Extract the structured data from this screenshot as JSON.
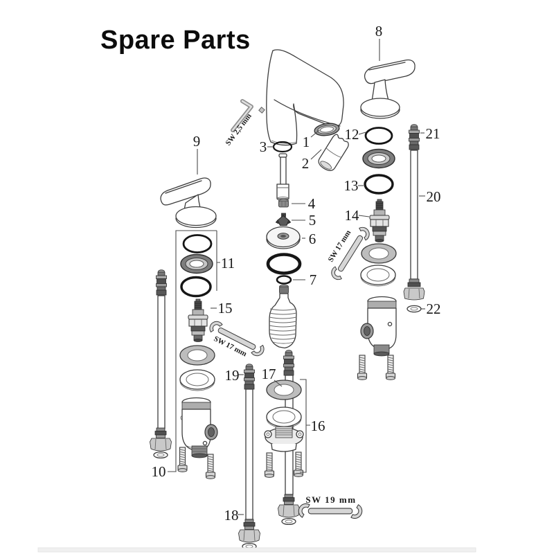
{
  "header": {
    "title": "Spare Parts"
  },
  "parts": {
    "p1": "1",
    "p2": "2",
    "p3": "3",
    "p4": "4",
    "p5": "5",
    "p6": "6",
    "p7": "7",
    "p8": "8",
    "p9": "9",
    "p10": "10",
    "p11": "11",
    "p12": "12",
    "p13": "13",
    "p14": "14",
    "p15": "15",
    "p16": "16",
    "p17": "17",
    "p18": "18",
    "p19": "19",
    "p20": "20",
    "p21": "21",
    "p22": "22"
  },
  "tools": {
    "hex_key_label": "SW 2,5 mm",
    "wrench_left_label": "SW 17 mm",
    "wrench_right_label": "SW 17 mm",
    "wrench_bottom_label": "SW 19 mm"
  },
  "colors": {
    "line": "#3c3c3c",
    "oring": "#161616",
    "metal_light": "#d6d6d6",
    "metal_mid": "#9a9a9a",
    "metal_dark": "#555555"
  }
}
